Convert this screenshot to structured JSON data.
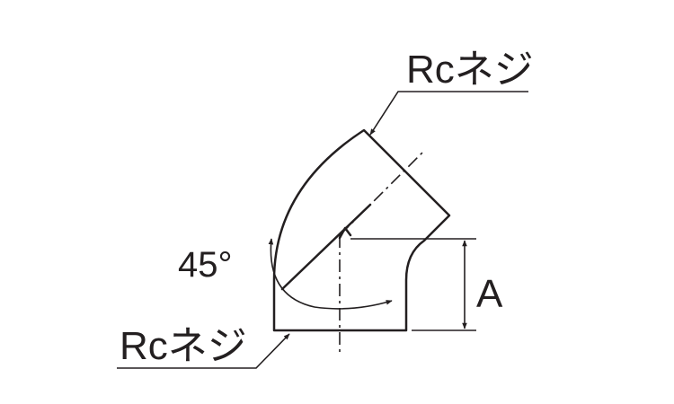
{
  "diagram": {
    "labels": {
      "thread_top": "Rcネジ",
      "thread_bottom": "Rcネジ",
      "angle": "45°",
      "dimension": "A"
    },
    "colors": {
      "stroke": "#231f20",
      "background": "#ffffff"
    }
  }
}
